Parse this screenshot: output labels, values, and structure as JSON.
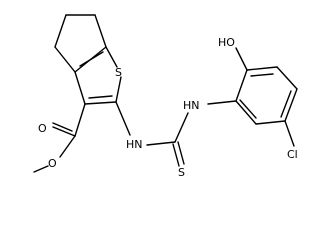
{
  "structure": {
    "atom_labels": {
      "S_thiophene": "S",
      "O_carbonyl": "O",
      "O_ester": "O",
      "NH_left": "HN",
      "NH_right": "HN",
      "S_thio": "S",
      "OH": "HO",
      "Cl": "Cl"
    }
  }
}
